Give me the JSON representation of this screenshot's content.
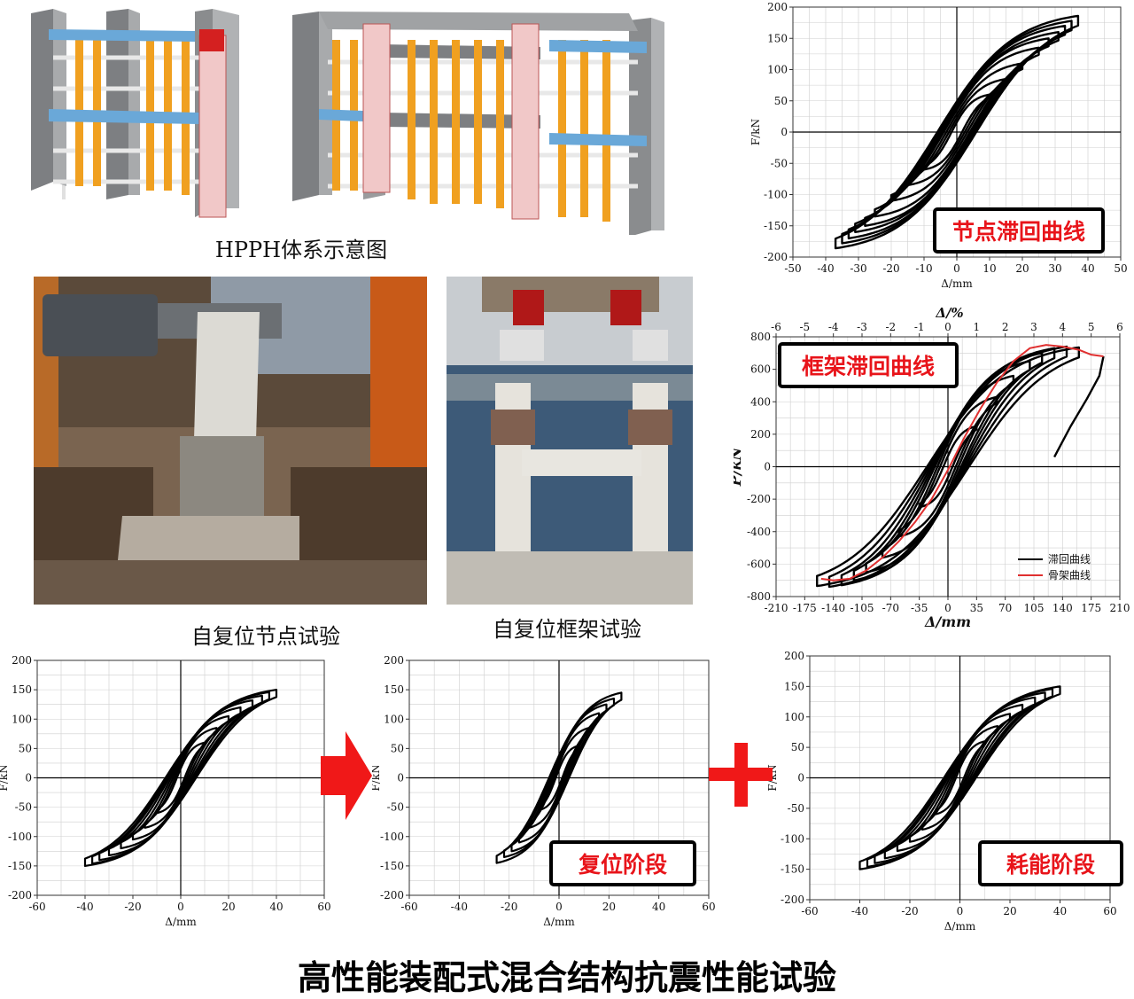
{
  "schematic": {
    "caption": "HPPH体系示意图"
  },
  "photos": [
    {
      "caption": "自复位节点试验"
    },
    {
      "caption": "自复位框架试验"
    }
  ],
  "footer": {
    "title": "高性能装配式混合结构抗震性能试验"
  },
  "colors": {
    "red": "#e8141a",
    "skeleton": "#e03030",
    "orange": "#f0a020",
    "gray": "#9a9c9e",
    "blue": "#6aa8d8"
  },
  "chart_data": [
    {
      "id": "joint",
      "type": "line",
      "label": "节点滞回曲线",
      "xlabel": "Δ/mm",
      "ylabel": "F/kN",
      "xlim": [
        -50,
        50
      ],
      "ylim": [
        -200,
        200
      ],
      "xticks": [
        -50,
        -40,
        -30,
        -20,
        -10,
        0,
        10,
        20,
        30,
        40,
        50
      ],
      "yticks": [
        -200,
        -150,
        -100,
        -50,
        0,
        50,
        100,
        150,
        200
      ],
      "loops": [
        {
          "amp": 10,
          "peak": 60
        },
        {
          "amp": 15,
          "peak": 85
        },
        {
          "amp": 20,
          "peak": 110
        },
        {
          "amp": 25,
          "peak": 135
        },
        {
          "amp": 28,
          "peak": 150
        },
        {
          "amp": 31,
          "peak": 160
        },
        {
          "amp": 33,
          "peak": 170
        },
        {
          "amp": 35,
          "peak": 178
        },
        {
          "amp": 37,
          "peak": 186
        }
      ]
    },
    {
      "id": "frame",
      "type": "line",
      "label": "框架滞回曲线",
      "xlabel": "Δ/mm",
      "ylabel": "P/kN",
      "x2label": "Δ/%",
      "xlim": [
        -210,
        210
      ],
      "ylim": [
        -800,
        800
      ],
      "xticks": [
        -210,
        -175,
        -140,
        -105,
        -70,
        -35,
        0,
        35,
        70,
        105,
        140,
        175,
        210
      ],
      "x2ticks": [
        -6,
        -5,
        -4,
        -3,
        -2,
        -1,
        0,
        1,
        2,
        3,
        4,
        5,
        6
      ],
      "yticks": [
        -800,
        -600,
        -400,
        -200,
        0,
        200,
        400,
        600,
        800
      ],
      "legend": [
        "滞回曲线",
        "骨架曲线"
      ],
      "legend_position": "bottom-right",
      "loops": [
        {
          "amp": 35,
          "peak": 250
        },
        {
          "amp": 60,
          "peak": 430
        },
        {
          "amp": 80,
          "peak": 560
        },
        {
          "amp": 100,
          "peak": 650
        },
        {
          "amp": 115,
          "peak": 700
        },
        {
          "amp": 130,
          "peak": 730
        },
        {
          "amp": 145,
          "peak": 740
        },
        {
          "amp": 160,
          "peak": 735
        }
      ],
      "skeleton": {
        "x": [
          -155,
          -140,
          -120,
          -100,
          -80,
          -60,
          -40,
          -20,
          0,
          20,
          40,
          60,
          80,
          100,
          120,
          140,
          160,
          175,
          190
        ],
        "y": [
          -690,
          -700,
          -690,
          -640,
          -560,
          -460,
          -340,
          -200,
          -20,
          180,
          360,
          520,
          650,
          730,
          750,
          740,
          720,
          690,
          680
        ]
      },
      "descending": {
        "x": [
          190,
          185,
          170,
          150,
          130
        ],
        "y": [
          680,
          560,
          420,
          250,
          60
        ]
      }
    },
    {
      "id": "total",
      "type": "line",
      "xlabel": "Δ/mm",
      "ylabel": "F/kN",
      "xlim": [
        -60,
        60
      ],
      "ylim": [
        -200,
        200
      ],
      "xticks": [
        -60,
        -40,
        -20,
        0,
        20,
        40,
        60
      ],
      "yticks": [
        -200,
        -150,
        -100,
        -50,
        0,
        50,
        100,
        150,
        200
      ],
      "loops": [
        {
          "amp": 10,
          "peak": 60
        },
        {
          "amp": 15,
          "peak": 85
        },
        {
          "amp": 20,
          "peak": 105
        },
        {
          "amp": 25,
          "peak": 120
        },
        {
          "amp": 30,
          "peak": 132
        },
        {
          "amp": 34,
          "peak": 140
        },
        {
          "amp": 37,
          "peak": 146
        },
        {
          "amp": 40,
          "peak": 150
        }
      ]
    },
    {
      "id": "recentering",
      "type": "line",
      "label": "复位阶段",
      "xlabel": "Δ/mm",
      "ylabel": "F/kN",
      "xlim": [
        -60,
        60
      ],
      "ylim": [
        -200,
        200
      ],
      "xticks": [
        -60,
        -40,
        -20,
        0,
        20,
        40,
        60
      ],
      "yticks": [
        -200,
        -150,
        -100,
        -50,
        0,
        50,
        100,
        150,
        200
      ],
      "loops": [
        {
          "amp": 8,
          "peak": 55
        },
        {
          "amp": 12,
          "peak": 85
        },
        {
          "amp": 16,
          "peak": 110
        },
        {
          "amp": 19,
          "peak": 125
        },
        {
          "amp": 22,
          "peak": 135
        },
        {
          "amp": 25,
          "peak": 145
        }
      ]
    },
    {
      "id": "dissipation",
      "type": "line",
      "label": "耗能阶段",
      "xlabel": "Δ/mm",
      "ylabel": "F/kN",
      "xlim": [
        -60,
        60
      ],
      "ylim": [
        -200,
        200
      ],
      "xticks": [
        -60,
        -40,
        -20,
        0,
        20,
        40,
        60
      ],
      "yticks": [
        -200,
        -150,
        -100,
        -50,
        0,
        50,
        100,
        150,
        200
      ],
      "loops": [
        {
          "amp": 10,
          "peak": 60
        },
        {
          "amp": 15,
          "peak": 85
        },
        {
          "amp": 20,
          "peak": 105
        },
        {
          "amp": 25,
          "peak": 120
        },
        {
          "amp": 30,
          "peak": 132
        },
        {
          "amp": 34,
          "peak": 140
        },
        {
          "amp": 37,
          "peak": 146
        },
        {
          "amp": 40,
          "peak": 150
        }
      ]
    }
  ]
}
